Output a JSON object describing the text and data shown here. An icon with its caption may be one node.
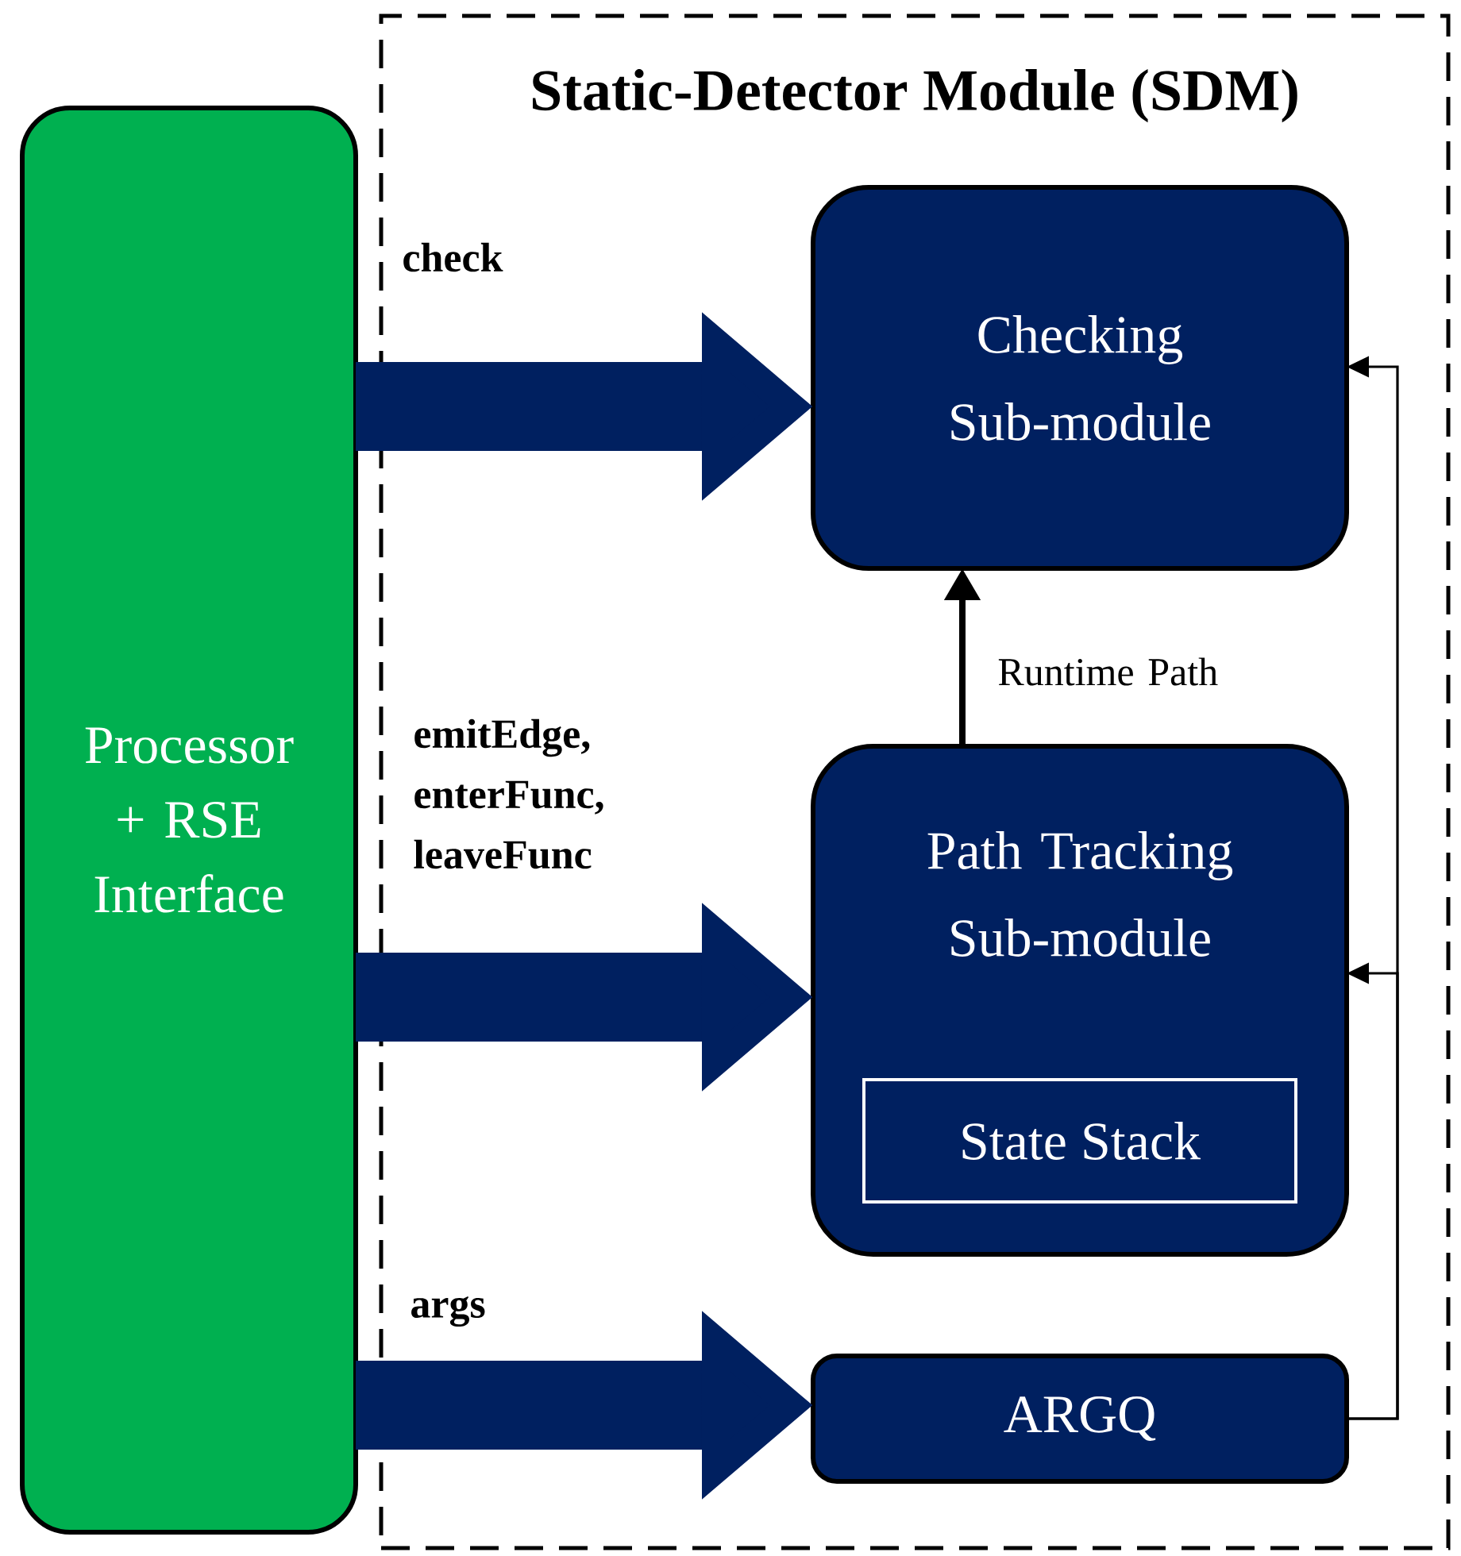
{
  "diagram": {
    "nodes": [
      {
        "text": [
          "Static-Detector Module  (SDM)"
        ]
      },
      {
        "text": [
          "Processor + RSE Interface"
        ]
      },
      {
        "text": [
          "Checking Sub-module"
        ],
        "in": 0
      },
      {
        "text": [
          "Path Tracking Sub-module"
        ],
        "in": 0
      },
      {
        "text": [
          "State Stack"
        ],
        "in": 3
      },
      {
        "text": [
          "ARGQ"
        ],
        "in": 0
      }
    ],
    "edges": [
      {
        "from": 1,
        "to": 2,
        "arrow": "to",
        "label": "check",
        "style": "thick",
        "color": "#002060"
      },
      {
        "from": 1,
        "to": 3,
        "arrow": "to",
        "label": "emitEdge, enterFunc, leaveFunc",
        "style": "thick",
        "color": "#002060"
      },
      {
        "from": 1,
        "to": 5,
        "arrow": "to",
        "label": "args",
        "style": "thick",
        "color": "#002060"
      },
      {
        "from": 3,
        "to": 2,
        "arrow": "to",
        "label": "Runtime Path",
        "color": "#000000"
      },
      {
        "from": 5,
        "to": 2,
        "arrow": "to",
        "color": "#000000"
      },
      {
        "from": 5,
        "to": 3,
        "arrow": "to",
        "color": "#000000"
      }
    ]
  }
}
